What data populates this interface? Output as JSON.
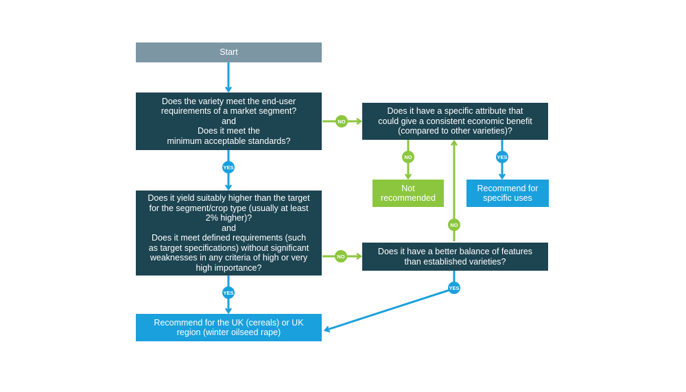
{
  "nodes": {
    "start": "Start",
    "q1": "Does the variety meet the end-user\nrequirements of a market segment?\nand\nDoes it meet the\nminimum acceptable standards?",
    "q2": "Does it yield suitably higher than the target\nfor the segment/crop type (usually at least\n2% higher)?\nand\nDoes it meet defined requirements (such\nas target specifications) without significant\nweaknesses in any criteria of high or very\nhigh importance?",
    "q3": "Does it have a specific attribute that\ncould give a consistent economic benefit\n(compared to other varieties)?",
    "q4": "Does it have a better balance of features\nthan established varieties?",
    "not_recommended": "Not\nrecommended",
    "specific_uses": "Recommend for\nspecific uses",
    "recommend_uk": "Recommend for the UK (cereals) or UK\nregion (winter oilseed rape)"
  },
  "labels": {
    "yes": "YES",
    "no": "NO"
  },
  "colors": {
    "start": "#7c96a3",
    "question": "#1c4451",
    "recommend": "#1aa0dc",
    "not_recommended": "#8cc63f",
    "yes_path": "#1aa0dc",
    "no_path": "#8cc63f"
  }
}
